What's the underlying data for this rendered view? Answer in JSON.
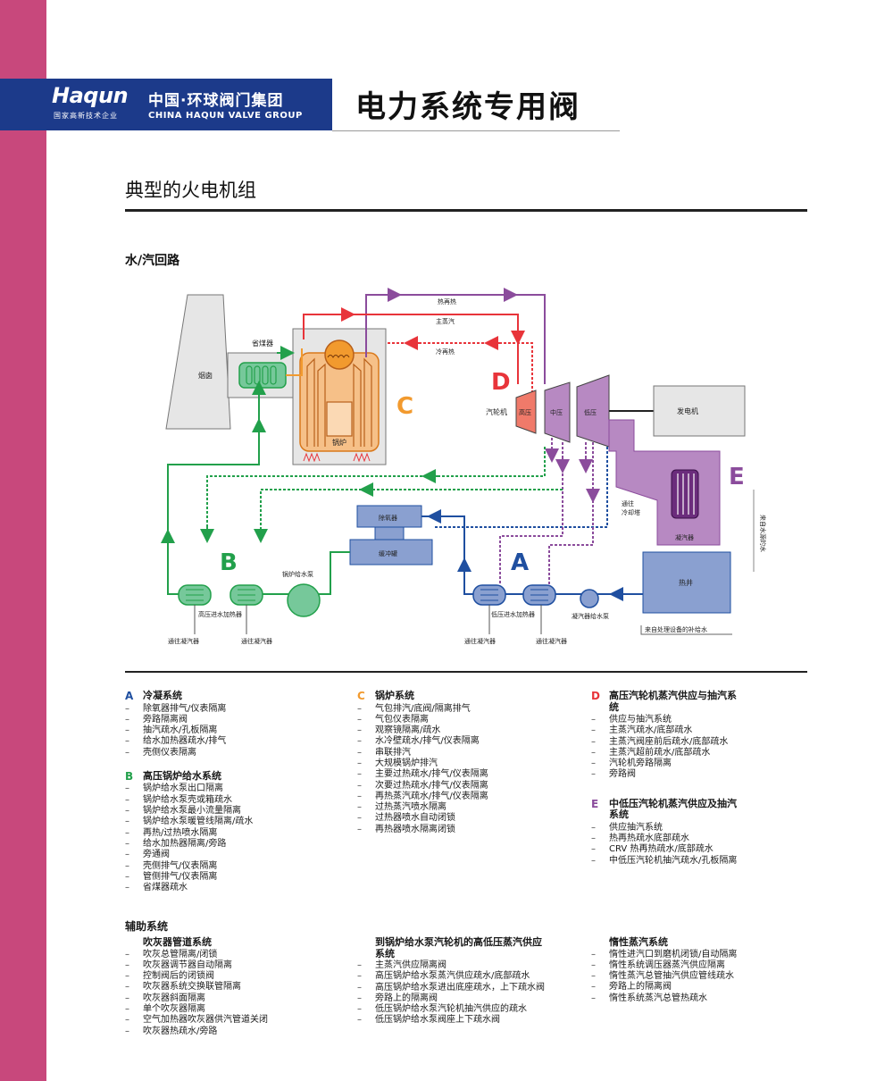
{
  "header": {
    "logo": "Haqun",
    "logo_tagline": "国家高新技术企业",
    "company_cn": "中国·环球阀门集团",
    "company_en": "CHINA HAQUN VALVE GROUP",
    "brand_title": "电力系统专用阀"
  },
  "section_title": "典型的火电机组",
  "diagram_title": "水/汽回路",
  "diagram": {
    "chimney": "烟囱",
    "economizer": "省煤器",
    "boiler": "锅炉",
    "reheat_hot": "热再热",
    "main_steam": "主蒸汽",
    "reheat_cold": "冷再热",
    "turbine": "汽轮机",
    "hp": "高压",
    "ip": "中压",
    "lp": "低压",
    "generator": "发电机",
    "to_cooling_tower": "通往\n冷却塔",
    "condenser": "凝汽器",
    "from_cooling_water": "来自水源的水",
    "hotwell": "热井",
    "deaerator": "除氧器",
    "buffer_tank": "缓冲罐",
    "boiler_feed_pump": "锅炉给水泵",
    "hp_heater": "高压进水加热器",
    "lp_heater": "低压进水加热器",
    "condensate_pump": "凝汽器给水泵",
    "to_condenser_1": "通往凝汽器",
    "to_condenser_2": "通往凝汽器",
    "to_condenser_3": "通往凝汽器",
    "to_condenser_4": "通往凝汽器",
    "makeup_water": "来自处理设备的补给水",
    "letter_a": "A",
    "letter_b": "B",
    "letter_c": "C",
    "letter_d": "D",
    "letter_e": "E"
  },
  "colors": {
    "brand_blue": "#1c3a8a",
    "side_pink": "#c8487c",
    "red": "#e8343a",
    "purple": "#8b4c9c",
    "green": "#22a04b",
    "blue": "#1f4fa0",
    "orange": "#f29a2e",
    "boiler_fill": "#f6c088",
    "purple_fill": "#b789c2",
    "blue_fill": "#8aa0d0",
    "green_fill": "#76c89a"
  },
  "legend": {
    "A": {
      "letter": "A",
      "title": "冷凝系统",
      "items": [
        "除氧器排气/仪表隔离",
        "旁路隔离阀",
        "抽汽疏水/孔板隔离",
        "给水加热器疏水/排气",
        "壳侧仪表隔离"
      ]
    },
    "B": {
      "letter": "B",
      "title": "高压锅炉给水系统",
      "items": [
        "锅炉给水泵出口隔离",
        "锅炉给水泵壳或箱疏水",
        "锅炉给水泵最小流量隔离",
        "锅炉给水泵暖管线隔离/疏水",
        "再热/过热喷水隔离",
        "给水加热器隔离/旁路",
        "旁通阀",
        "壳侧排气/仪表隔离",
        "管侧排气/仪表隔离",
        "省煤器疏水"
      ]
    },
    "C": {
      "letter": "C",
      "title": "锅炉系统",
      "items": [
        "气包排汽/底阀/隔离排气",
        "气包仪表隔离",
        "观察镜隔离/疏水",
        "水冷壁疏水/排气/仪表隔离",
        "串联排汽",
        "大规模锅炉排汽",
        "主要过热疏水/排气/仪表隔离",
        "次要过热疏水/排气/仪表隔离",
        "再热蒸汽疏水/排气/仪表隔离",
        "过热蒸汽喷水隔离",
        "过热器喷水自动闭锁",
        "再热器喷水隔离闭锁"
      ]
    },
    "D": {
      "letter": "D",
      "title": "高压汽轮机蒸汽供应与抽汽系统",
      "items": [
        "供应与抽汽系统",
        "主蒸汽疏水/底部疏水",
        "主蒸汽阀座前后疏水/底部疏水",
        "主蒸汽超前疏水/底部疏水",
        "汽轮机旁路隔离",
        "旁路阀"
      ]
    },
    "E": {
      "letter": "E",
      "title": "中低压汽轮机蒸汽供应及抽汽系统",
      "items": [
        "供应抽汽系统",
        "热再热疏水底部疏水",
        "CRV 热再热疏水/底部疏水",
        "中低压汽轮机抽汽疏水/孔板隔离"
      ]
    }
  },
  "aux": {
    "title": "辅助系统",
    "col1": {
      "title": "吹灰器管道系统",
      "items": [
        "吹灰总管隔离/闭锁",
        "吹灰器调节器自动隔离",
        "控制阀后的闭锁阀",
        "吹灰器系统交换联管隔离",
        "吹灰器斜面隔离",
        "单个吹灰器隔离",
        "空气加热器吹灰器供汽管道关闭",
        "吹灰器热疏水/旁路"
      ]
    },
    "col2": {
      "title": "到锅炉给水泵汽轮机的高低压蒸汽供应系统",
      "items": [
        "主蒸汽供应隔离阀",
        "高压锅炉给水泵蒸汽供应疏水/底部疏水",
        "高压锅炉给水泵进出底座疏水，上下疏水阀",
        "旁路上的隔离阀",
        "低压锅炉给水泵汽轮机抽汽供应的疏水",
        "低压锅炉给水泵阀座上下疏水阀"
      ]
    },
    "col3": {
      "title": "惰性蒸汽系统",
      "items": [
        "惰性进汽口到磨机闭锁/自动隔离",
        "惰性系统调压器蒸汽供应隔离",
        "惰性蒸汽总管抽汽供应管线疏水",
        "旁路上的隔离阀",
        "惰性系统蒸汽总管热疏水"
      ]
    }
  }
}
